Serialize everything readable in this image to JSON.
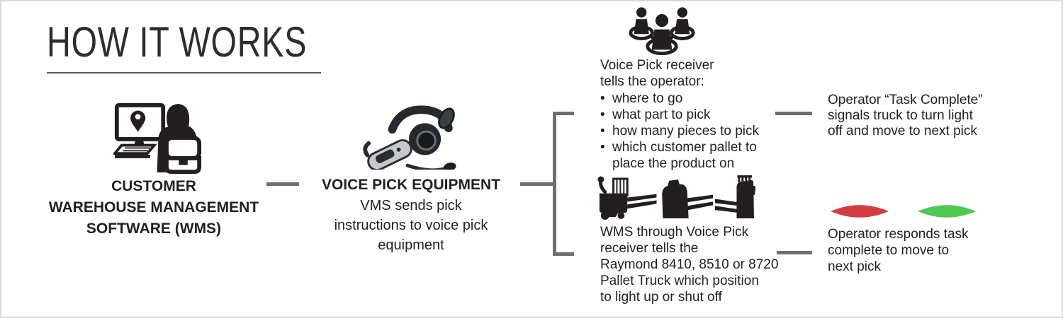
{
  "title": {
    "text": "HOW IT WORKS"
  },
  "wms": {
    "icon": "computer-operator-icon",
    "name_lines": [
      "CUSTOMER",
      "WAREHOUSE MANAGEMENT",
      "SOFTWARE (WMS)"
    ]
  },
  "voice_pick": {
    "icon": "headset-icon",
    "title": "VOICE PICK EQUIPMENT",
    "desc_lines": [
      "VMS sends pick",
      "instructions to voice pick",
      "equipment"
    ]
  },
  "receiver": {
    "icon": "people-network-icon",
    "intro_lines": [
      "Voice Pick receiver",
      "tells the operator:"
    ],
    "bullets": [
      "where to go",
      "what part to pick",
      "how many pieces to pick",
      "which customer pallet to place the product on"
    ]
  },
  "task_complete": {
    "lines": [
      "Operator “Task Complete”",
      "signals truck to turn light",
      "off and move to next pick"
    ]
  },
  "trucks": {
    "icon": "pallet-trucks-icon",
    "lines": [
      "WMS through Voice Pick",
      "receiver tells the",
      "Raymond 8410, 8510 or 8720",
      "Pallet Truck which position",
      "to light up or shut off"
    ]
  },
  "lights": {
    "icon": "red-green-indicator-icon",
    "red_color": "#d43a42",
    "green_color": "#4ec850",
    "lines": [
      "Operator responds task",
      "complete to move to",
      "next pick"
    ]
  },
  "colors": {
    "text": "#231f20",
    "connector": "#6d6e71",
    "border": "#d9d9d9",
    "title": "#2d2d2f"
  }
}
